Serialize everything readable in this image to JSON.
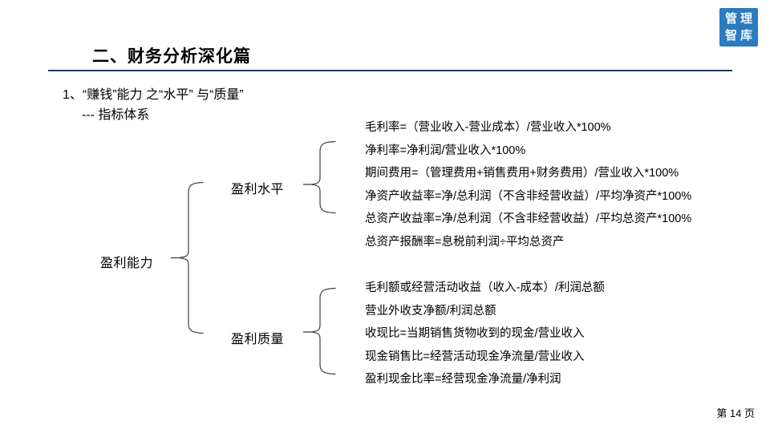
{
  "page": {
    "title": "二、财务分析深化篇",
    "subtitle_line1": "1、“赚钱”能力 之“水平” 与“质量”",
    "subtitle_line2": "--- 指标体系",
    "page_number": "第 14 页"
  },
  "logo": {
    "line1": "管理",
    "line2": "智库",
    "bg_color": "#2B7BBE"
  },
  "colors": {
    "title_rule": "#203864",
    "brace_stroke": "#3f3f3f",
    "text": "#000000"
  },
  "diagram": {
    "root": "盈利能力",
    "branches": [
      {
        "label": "盈利水平",
        "formulas": [
          "毛利率=（营业收入-营业成本）/营业收入*100%",
          "净利率=净利润/营业收入*100%",
          "期间费用=（管理费用+销售费用+财务费用）/营业收入*100%",
          "净资产收益率=净/总利润（不含非经营收益）/平均净资产*100%",
          "总资产收益率=净/总利润（不含非经营收益）/平均总资产*100%",
          "总资产报酬率=息税前利润÷平均总资产"
        ]
      },
      {
        "label": "盈利质量",
        "formulas": [
          "毛利额或经营活动收益（收入-成本）/利润总额",
          "营业外收支净额/利润总额",
          "收现比=当期销售货物收到的现金/营业收入",
          "现金销售比=经营活动现金净流量/营业收入",
          "盈利现金比率=经营现金净流量/净利润"
        ]
      }
    ]
  }
}
